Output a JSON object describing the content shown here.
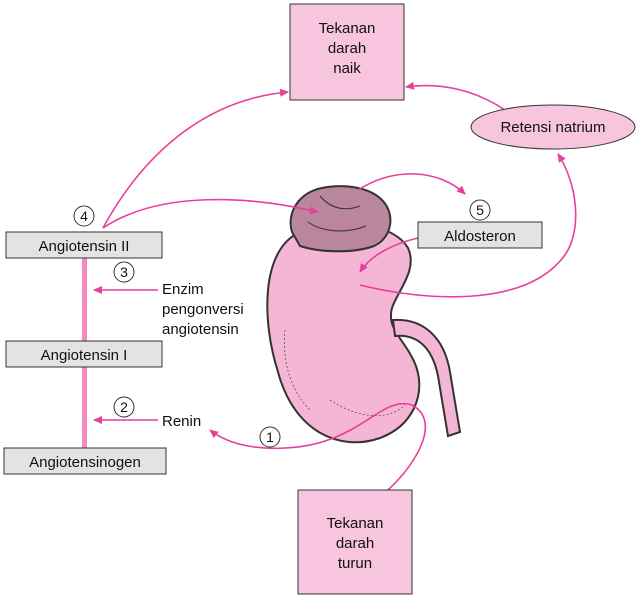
{
  "boxes": {
    "top": [
      "Tekanan",
      "darah",
      "naik"
    ],
    "bottom": [
      "Tekanan",
      "darah",
      "turun"
    ],
    "angiotensin_ii": "Angiotensin II",
    "angiotensin_i": "Angiotensin I",
    "angiotensinogen": "Angiotensinogen",
    "aldosteron": "Aldosteron",
    "retensi": "Retensi natrium"
  },
  "labels": {
    "enzim": [
      "Enzim",
      "pengonversi",
      "angiotensin"
    ],
    "renin": "Renin"
  },
  "steps": [
    "1",
    "2",
    "3",
    "4",
    "5"
  ],
  "colors": {
    "arrow": "#e83e9c",
    "box_pink": "#f7c6de",
    "box_gray": "#e3e3e3",
    "kidney": "#f4b6d4",
    "gland": "#b9869b",
    "vertical_bar": "#f08ac0"
  }
}
